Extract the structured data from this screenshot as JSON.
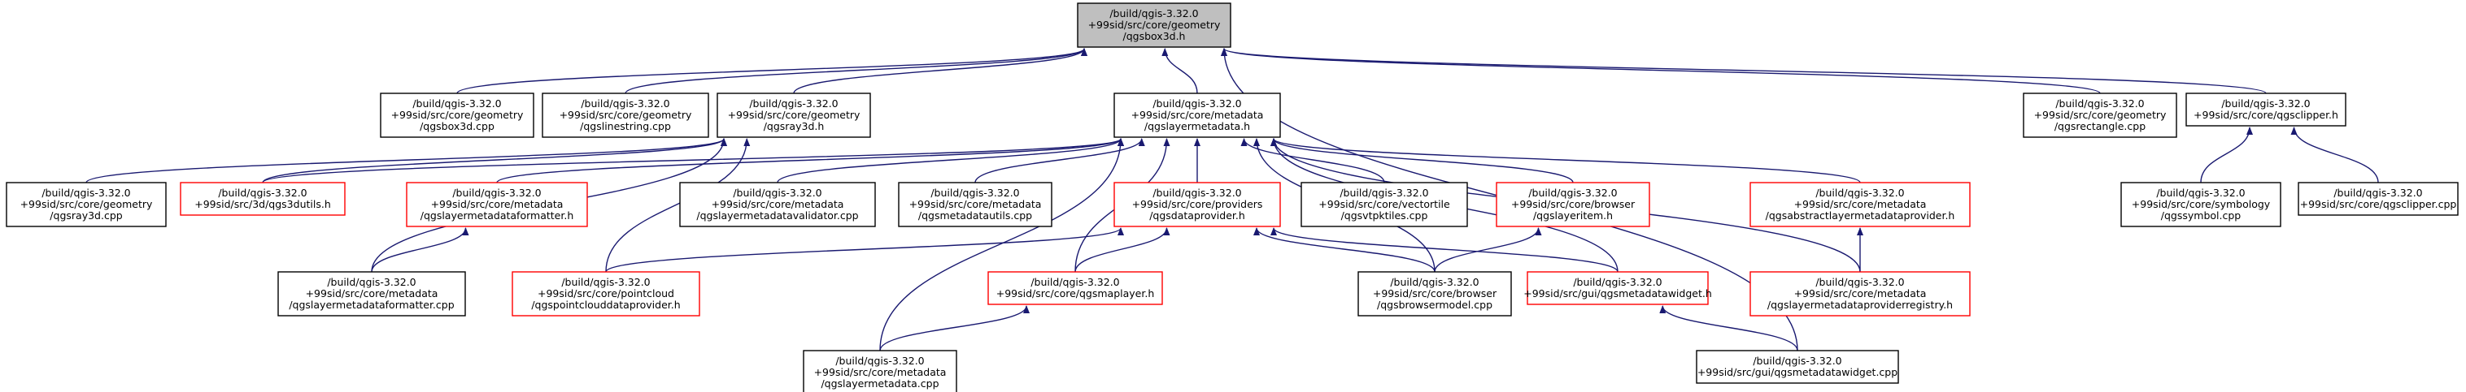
{
  "colors": {
    "root_fill": "#bfbfbf",
    "node_fill": "#ffffff",
    "border_default": "#000000",
    "border_highlight": "#ff0000",
    "edge": "#191970"
  },
  "nodes": [
    {
      "id": "root",
      "style": "root",
      "lines": [
        "/build/qgis-3.32.0",
        "+99sid/src/core/geometry",
        "/qgsbox3d.h"
      ]
    },
    {
      "id": "box3d_cpp",
      "style": "default",
      "lines": [
        "/build/qgis-3.32.0",
        "+99sid/src/core/geometry",
        "/qgsbox3d.cpp"
      ]
    },
    {
      "id": "linestring_cpp",
      "style": "default",
      "lines": [
        "/build/qgis-3.32.0",
        "+99sid/src/core/geometry",
        "/qgslinestring.cpp"
      ]
    },
    {
      "id": "ray3d_h",
      "style": "default",
      "lines": [
        "/build/qgis-3.32.0",
        "+99sid/src/core/geometry",
        "/qgsray3d.h"
      ]
    },
    {
      "id": "layermetadata_h",
      "style": "default",
      "lines": [
        "/build/qgis-3.32.0",
        "+99sid/src/core/metadata",
        "/qgslayermetadata.h"
      ]
    },
    {
      "id": "rectangle_cpp",
      "style": "default",
      "lines": [
        "/build/qgis-3.32.0",
        "+99sid/src/core/geometry",
        "/qgsrectangle.cpp"
      ]
    },
    {
      "id": "clipper_h",
      "style": "default",
      "lines": [
        "/build/qgis-3.32.0",
        "+99sid/src/core/qgsclipper.h"
      ]
    },
    {
      "id": "ray3d_cpp",
      "style": "default",
      "lines": [
        "/build/qgis-3.32.0",
        "+99sid/src/core/geometry",
        "/qgsray3d.cpp"
      ]
    },
    {
      "id": "qgs3dutils_h",
      "style": "highlight",
      "lines": [
        "/build/qgis-3.32.0",
        "+99sid/src/3d/qgs3dutils.h"
      ]
    },
    {
      "id": "formatter_h",
      "style": "highlight",
      "lines": [
        "/build/qgis-3.32.0",
        "+99sid/src/core/metadata",
        "/qgslayermetadataformatter.h"
      ]
    },
    {
      "id": "validator_cpp",
      "style": "default",
      "lines": [
        "/build/qgis-3.32.0",
        "+99sid/src/core/metadata",
        "/qgslayermetadatavalidator.cpp"
      ]
    },
    {
      "id": "metadatautils_cpp",
      "style": "default",
      "lines": [
        "/build/qgis-3.32.0",
        "+99sid/src/core/metadata",
        "/qgsmetadatautils.cpp"
      ]
    },
    {
      "id": "dataprovider_h",
      "style": "highlight",
      "lines": [
        "/build/qgis-3.32.0",
        "+99sid/src/core/providers",
        "/qgsdataprovider.h"
      ]
    },
    {
      "id": "vtpktiles_cpp",
      "style": "default",
      "lines": [
        "/build/qgis-3.32.0",
        "+99sid/src/core/vectortile",
        "/qgsvtpktiles.cpp"
      ]
    },
    {
      "id": "layeritem_h",
      "style": "highlight",
      "lines": [
        "/build/qgis-3.32.0",
        "+99sid/src/core/browser",
        "/qgslayeritem.h"
      ]
    },
    {
      "id": "abstractprovider_h",
      "style": "highlight",
      "lines": [
        "/build/qgis-3.32.0",
        "+99sid/src/core/metadata",
        "/qgsabstractlayermetadataprovider.h"
      ]
    },
    {
      "id": "symbol_cpp",
      "style": "default",
      "lines": [
        "/build/qgis-3.32.0",
        "+99sid/src/core/symbology",
        "/qgssymbol.cpp"
      ]
    },
    {
      "id": "clipper_cpp",
      "style": "default",
      "lines": [
        "/build/qgis-3.32.0",
        "+99sid/src/core/qgsclipper.cpp"
      ]
    },
    {
      "id": "formatter_cpp",
      "style": "default",
      "lines": [
        "/build/qgis-3.32.0",
        "+99sid/src/core/metadata",
        "/qgslayermetadataformatter.cpp"
      ]
    },
    {
      "id": "pointcloud_h",
      "style": "highlight",
      "lines": [
        "/build/qgis-3.32.0",
        "+99sid/src/core/pointcloud",
        "/qgspointclouddataprovider.h"
      ]
    },
    {
      "id": "maplayer_h",
      "style": "highlight",
      "lines": [
        "/build/qgis-3.32.0",
        "+99sid/src/core/qgsmaplayer.h"
      ]
    },
    {
      "id": "browsermodel_cpp",
      "style": "default",
      "lines": [
        "/build/qgis-3.32.0",
        "+99sid/src/core/browser",
        "/qgsbrowsermodel.cpp"
      ]
    },
    {
      "id": "metadatawidget_h",
      "style": "highlight",
      "lines": [
        "/build/qgis-3.32.0",
        "+99sid/src/gui/qgsmetadatawidget.h"
      ]
    },
    {
      "id": "registry_h",
      "style": "highlight",
      "lines": [
        "/build/qgis-3.32.0",
        "+99sid/src/core/metadata",
        "/qgslayermetadataproviderregistry.h"
      ]
    },
    {
      "id": "layermetadata_cpp",
      "style": "default",
      "lines": [
        "/build/qgis-3.32.0",
        "+99sid/src/core/metadata",
        "/qgslayermetadata.cpp"
      ]
    },
    {
      "id": "metadatawidget_cpp",
      "style": "default",
      "lines": [
        "/build/qgis-3.32.0",
        "+99sid/src/gui/qgsmetadatawidget.cpp"
      ]
    }
  ],
  "edges": [
    [
      "root",
      "box3d_cpp"
    ],
    [
      "root",
      "linestring_cpp"
    ],
    [
      "root",
      "ray3d_h"
    ],
    [
      "root",
      "layermetadata_h"
    ],
    [
      "root",
      "rectangle_cpp"
    ],
    [
      "root",
      "clipper_h"
    ],
    [
      "root",
      "metadatawidget_cpp"
    ],
    [
      "ray3d_h",
      "ray3d_cpp"
    ],
    [
      "ray3d_h",
      "qgs3dutils_h"
    ],
    [
      "ray3d_h",
      "formatter_cpp"
    ],
    [
      "ray3d_h",
      "pointcloud_h"
    ],
    [
      "layermetadata_h",
      "qgs3dutils_h"
    ],
    [
      "layermetadata_h",
      "formatter_h"
    ],
    [
      "layermetadata_h",
      "validator_cpp"
    ],
    [
      "layermetadata_h",
      "metadatautils_cpp"
    ],
    [
      "layermetadata_h",
      "dataprovider_h"
    ],
    [
      "layermetadata_h",
      "vtpktiles_cpp"
    ],
    [
      "layermetadata_h",
      "layeritem_h"
    ],
    [
      "layermetadata_h",
      "abstractprovider_h"
    ],
    [
      "layermetadata_h",
      "registry_h"
    ],
    [
      "layermetadata_h",
      "metadatawidget_h"
    ],
    [
      "layermetadata_h",
      "browsermodel_cpp"
    ],
    [
      "layermetadata_h",
      "maplayer_h"
    ],
    [
      "layermetadata_h",
      "layermetadata_cpp"
    ],
    [
      "clipper_h",
      "symbol_cpp"
    ],
    [
      "clipper_h",
      "clipper_cpp"
    ],
    [
      "formatter_h",
      "formatter_cpp"
    ],
    [
      "dataprovider_h",
      "pointcloud_h"
    ],
    [
      "dataprovider_h",
      "maplayer_h"
    ],
    [
      "dataprovider_h",
      "browsermodel_cpp"
    ],
    [
      "dataprovider_h",
      "metadatawidget_h"
    ],
    [
      "layeritem_h",
      "browsermodel_cpp"
    ],
    [
      "abstractprovider_h",
      "registry_h"
    ],
    [
      "maplayer_h",
      "layermetadata_cpp"
    ],
    [
      "metadatawidget_h",
      "metadatawidget_cpp"
    ]
  ]
}
